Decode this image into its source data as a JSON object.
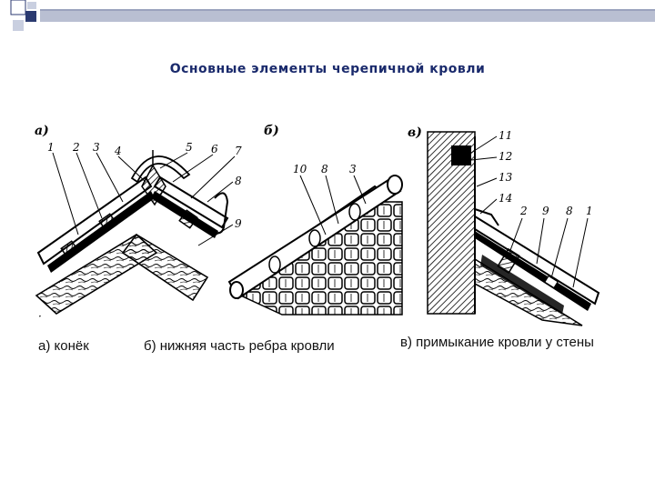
{
  "title": "Основные элементы черепичной кровли",
  "panels": [
    {
      "letter": "а)",
      "caption": "а) конёк",
      "callouts": [
        "1",
        "2",
        "3",
        "4",
        "5",
        "6",
        "7",
        "8",
        "9"
      ]
    },
    {
      "letter": "б)",
      "caption": "б) нижняя часть ребра кровли",
      "callouts": [
        "10",
        "8",
        "3"
      ]
    },
    {
      "letter": "в)",
      "caption": "в) примыкание кровли у стены",
      "callouts": [
        "11",
        "12",
        "13",
        "14",
        "2",
        "9",
        "8",
        "1"
      ]
    }
  ],
  "colors": {
    "accent": "#1a2a6c",
    "deco_blue": "#223366",
    "deco_light": "#b0b7cf"
  }
}
